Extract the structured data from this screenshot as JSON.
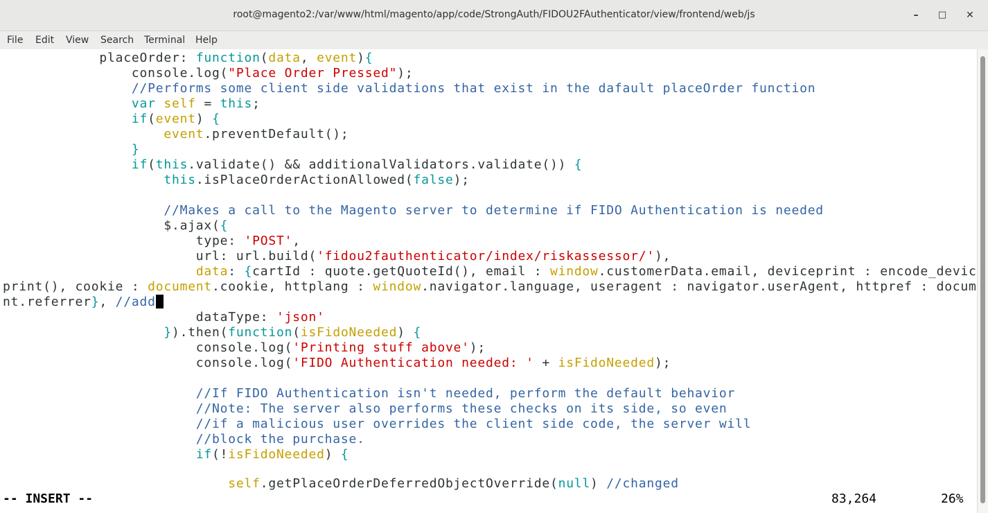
{
  "window": {
    "title": "root@magento2:/var/www/html/magento/app/code/StrongAuth/FIDOU2FAuthenticator/view/frontend/web/js",
    "minimize": "–",
    "maximize": "□",
    "close": "✕"
  },
  "menu": [
    "File",
    "Edit",
    "View",
    "Search",
    "Terminal",
    "Help"
  ],
  "code_lines": [
    "            placeOrder: function(data, event){",
    "                console.log(\"Place Order Pressed\");",
    "                //Performs some client side validations that exist in the dafault placeOrder function",
    "                var self = this;",
    "                if(event) {",
    "                    event.preventDefault();",
    "                }",
    "                if(this.validate() && additionalValidators.validate()) {",
    "                    this.isPlaceOrderActionAllowed(false);",
    "",
    "                    //Makes a call to the Magento server to determine if FIDO Authentication is needed",
    "                    $.ajax({",
    "                        type: 'POST',",
    "                        url: url.build('fidou2fauthenticator/index/riskassessor/'),",
    "                        data: {cartId : quote.getQuoteId(), email : window.customerData.email, deviceprint : encode_device",
    "print(), cookie : document.cookie, httplang : window.navigator.language, useragent : navigator.userAgent, httpref : docume",
    "nt.referrer}, //add",
    "                        dataType: 'json'",
    "                    }).then(function(isFidoNeeded) {",
    "                        console.log('Printing stuff above');",
    "                        console.log('FIDO Authentication needed: ' + isFidoNeeded);",
    "",
    "                        //If FIDO Authentication isn't needed, perform the default behavior",
    "                        //Note: The server also performs these checks on its side, so even",
    "                        //if a malicious user overrides the client side code, the server will",
    "                        //block the purchase.",
    "                        if(!isFidoNeeded) {",
    "",
    "                            self.getPlaceOrderDeferredObjectOverride(null) //changed"
  ],
  "status": {
    "mode": "-- INSERT --",
    "position": "83,264",
    "percent": "26%"
  },
  "colors": {
    "keyword": "#06989a",
    "string": "#cc0000",
    "identifier": "#c4a000",
    "comment": "#3465a4",
    "text": "#2e3436"
  }
}
